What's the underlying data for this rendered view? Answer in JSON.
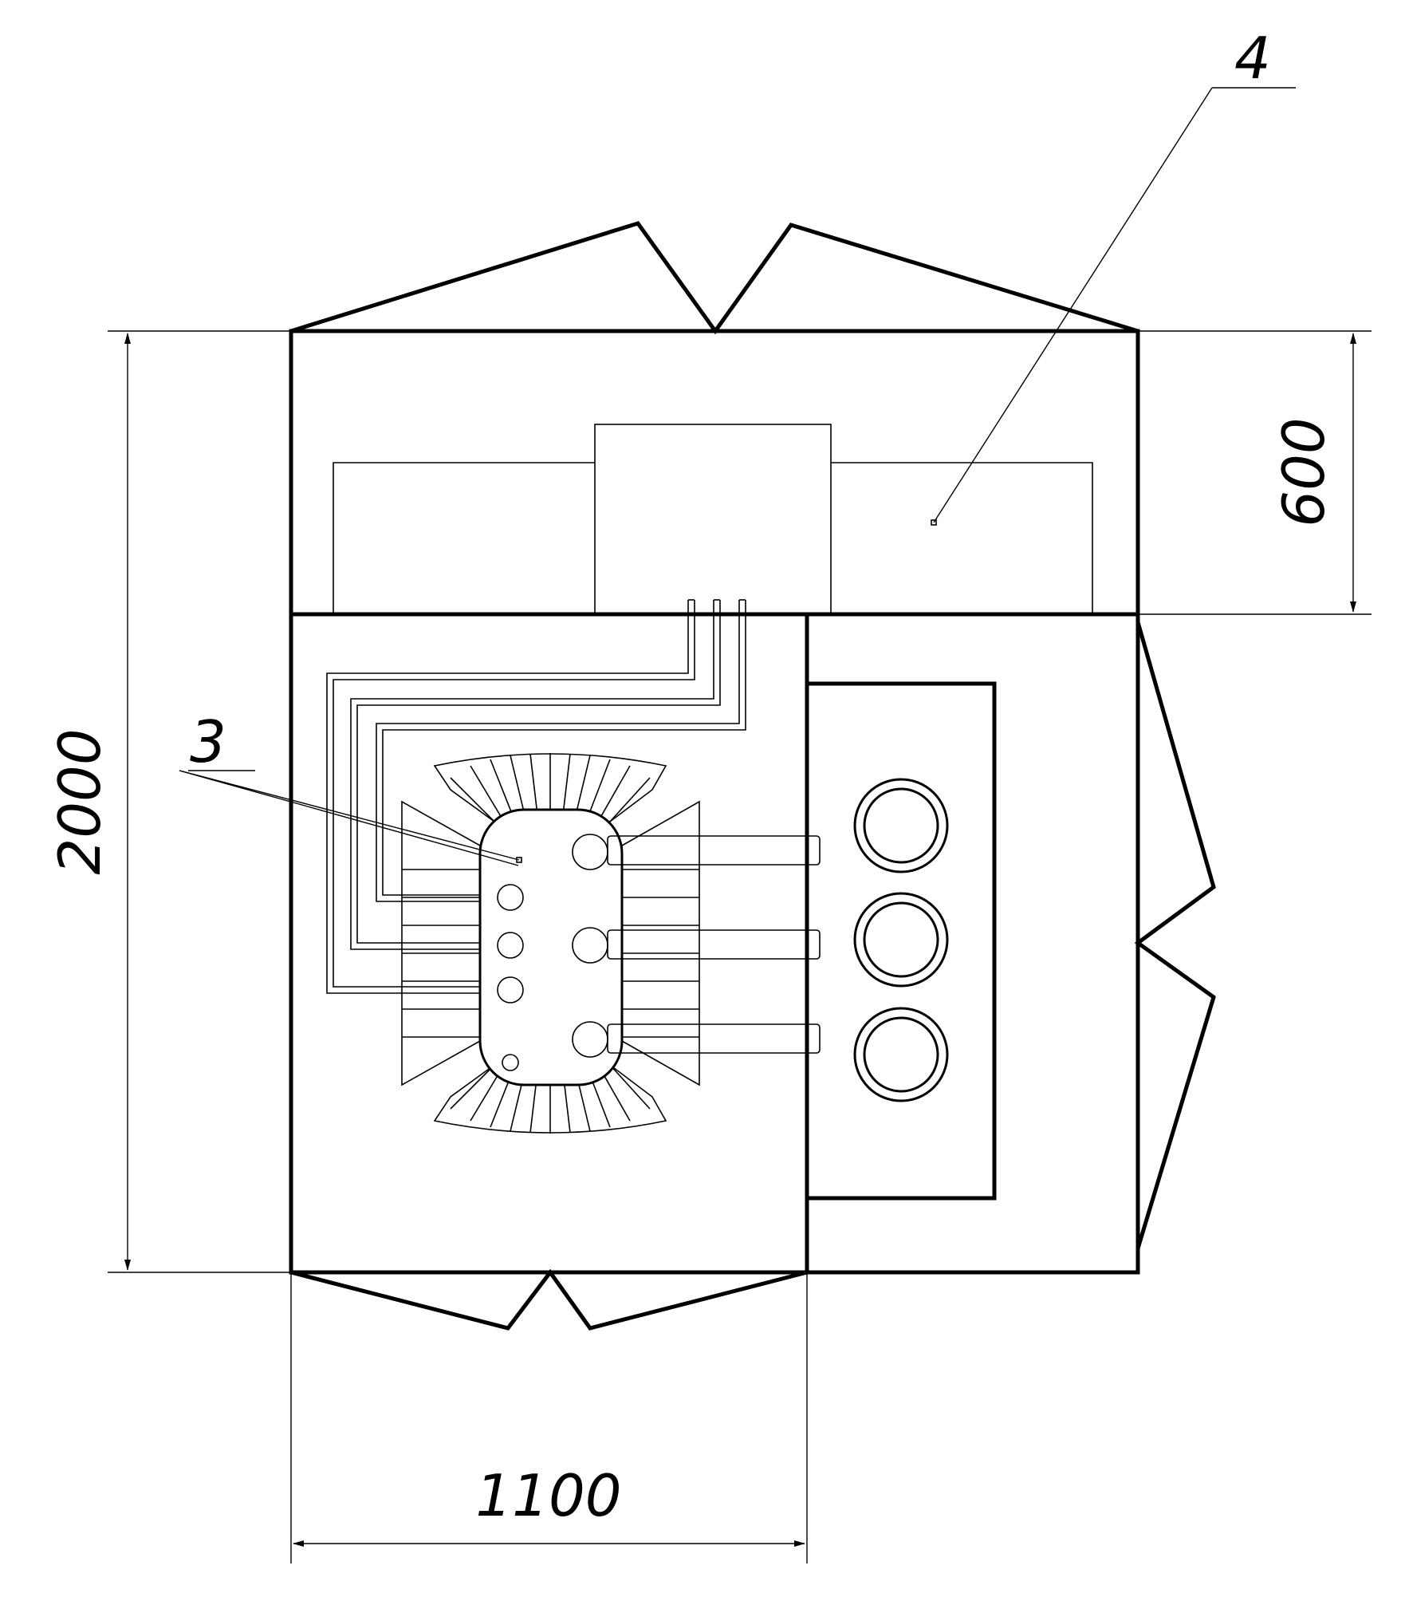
{
  "dimensions": {
    "height_total": "2000",
    "height_top": "600",
    "width_bottom": "1100"
  },
  "callouts": {
    "callout_3": "3",
    "callout_4": "4"
  },
  "colors": {
    "line": "#000000",
    "background": "#ffffff"
  }
}
